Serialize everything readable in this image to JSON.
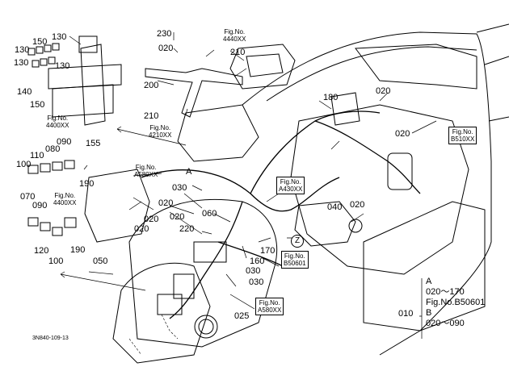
{
  "callouts": [
    {
      "id": "c230",
      "text": "230"
    },
    {
      "id": "c020a",
      "text": "020"
    },
    {
      "id": "c210a",
      "text": "210"
    },
    {
      "id": "c200",
      "text": "200"
    },
    {
      "id": "c210b",
      "text": "210"
    },
    {
      "id": "c130a",
      "text": "130"
    },
    {
      "id": "c150a",
      "text": "150"
    },
    {
      "id": "c130b",
      "text": "130"
    },
    {
      "id": "c130c",
      "text": "130"
    },
    {
      "id": "c130d",
      "text": "130"
    },
    {
      "id": "c140",
      "text": "140"
    },
    {
      "id": "c150b",
      "text": "150"
    },
    {
      "id": "c180",
      "text": "180"
    },
    {
      "id": "c020b",
      "text": "020"
    },
    {
      "id": "c020c",
      "text": "020"
    },
    {
      "id": "c020d",
      "text": "020"
    },
    {
      "id": "c110",
      "text": "110"
    },
    {
      "id": "c080",
      "text": "080"
    },
    {
      "id": "c090a",
      "text": "090"
    },
    {
      "id": "c100a",
      "text": "100"
    },
    {
      "id": "c155",
      "text": "155"
    },
    {
      "id": "c190a",
      "text": "190"
    },
    {
      "id": "c070",
      "text": "070"
    },
    {
      "id": "c090b",
      "text": "090"
    },
    {
      "id": "c020e",
      "text": "020"
    },
    {
      "id": "c030a",
      "text": "030"
    },
    {
      "id": "c020f",
      "text": "020"
    },
    {
      "id": "c060",
      "text": "060"
    },
    {
      "id": "c040",
      "text": "040"
    },
    {
      "id": "c020g",
      "text": "020"
    },
    {
      "id": "c020h",
      "text": "020"
    },
    {
      "id": "c220",
      "text": "220"
    },
    {
      "id": "c120",
      "text": "120"
    },
    {
      "id": "c100b",
      "text": "100"
    },
    {
      "id": "c190b",
      "text": "190"
    },
    {
      "id": "c050",
      "text": "050"
    },
    {
      "id": "c170",
      "text": "170"
    },
    {
      "id": "c160",
      "text": "160"
    },
    {
      "id": "c030b",
      "text": "030"
    },
    {
      "id": "c030c",
      "text": "030"
    },
    {
      "id": "c025",
      "text": "025"
    },
    {
      "id": "cA",
      "text": "A"
    }
  ],
  "fig_refs": [
    {
      "id": "f4440",
      "line1": "Fig.No.",
      "line2": "4440XX"
    },
    {
      "id": "f4400a",
      "line1": "Fig.No.",
      "line2": "4400XX"
    },
    {
      "id": "f4210",
      "line1": "Fig.No.",
      "line2": "4210XX"
    },
    {
      "id": "fB510",
      "line1": "Fig.No.",
      "line2": "B510XX"
    },
    {
      "id": "fA580a",
      "line1": "Fig.No.",
      "line2": "A580XX"
    },
    {
      "id": "fA430",
      "line1": "Fig.No.",
      "line2": "A430XX"
    },
    {
      "id": "f4400b",
      "line1": "Fig.No.",
      "line2": "4400XX"
    },
    {
      "id": "fB50601",
      "line1": "Fig.No.",
      "line2": "B50601"
    },
    {
      "id": "fA580b",
      "line1": "Fig.No.",
      "line2": "A580XX"
    }
  ],
  "zoom_marker": "Z",
  "legend": {
    "part_no": "010",
    "rows": [
      "A",
      "020～170",
      "Fig.No.B50601",
      "B",
      "020～090"
    ]
  },
  "drawing_code": "3N840-109-13"
}
